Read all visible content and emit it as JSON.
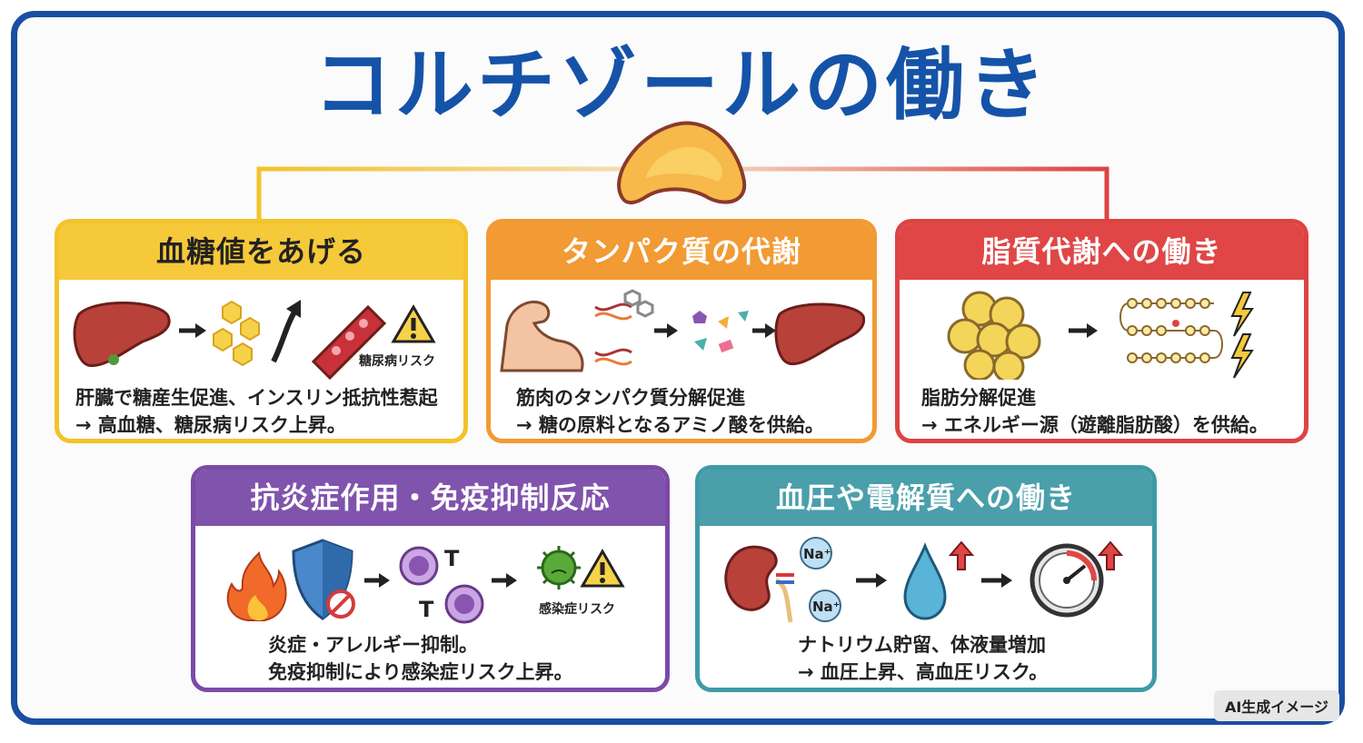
{
  "title": "コルチゾールの働き",
  "colors": {
    "frame": "#1a4ea2",
    "title": "#1553a8",
    "yellow": "#f6c93a",
    "orange": "#f29a33",
    "red": "#e04646",
    "purple": "#8053ad",
    "teal": "#4a9fab"
  },
  "central_icon": "adrenal-gland-icon",
  "cards": {
    "glucose": {
      "title": "血糖値をあげる",
      "icons": [
        "liver-icon",
        "arrow-right-icon",
        "glucose-hexagon-icon",
        "arrow-up-icon",
        "blood-vessel-icon",
        "warning-icon"
      ],
      "risk_label": "糖尿病リスク",
      "lines": [
        "肝臓で糖産生促進、インスリン抵抗性惹起",
        "→ 高血糖、糖尿病リスク上昇。"
      ]
    },
    "protein": {
      "title": "タンパク質の代謝",
      "icons": [
        "muscle-arm-icon",
        "dna-helix-icon",
        "arrow-right-icon",
        "amino-acid-shapes-icon",
        "arrow-right-icon",
        "liver-icon"
      ],
      "lines": [
        "筋肉のタンパク質分解促進",
        "→ 糖の原料となるアミノ酸を供給。"
      ]
    },
    "lipid": {
      "title": "脂質代謝への働き",
      "icons": [
        "fat-cells-icon",
        "arrow-right-icon",
        "fatty-acid-chain-icon",
        "lightning-icon"
      ],
      "lines": [
        "脂肪分解促進",
        "→ エネルギー源（遊離脂肪酸）を供給。"
      ]
    },
    "immune": {
      "title": "抗炎症作用・免疫抑制反応",
      "icons": [
        "fire-icon",
        "shield-icon",
        "prohibited-icon",
        "arrow-right-icon",
        "t-cell-icon",
        "arrow-right-icon",
        "virus-icon",
        "warning-icon"
      ],
      "cell_label": "T",
      "risk_label": "感染症リスク",
      "lines": [
        "炎症・アレルギー抑制。",
        "免疫抑制により感染症リスク上昇。"
      ]
    },
    "pressure": {
      "title": "血圧や電解質への働き",
      "icons": [
        "kidney-icon",
        "sodium-ion-icon",
        "arrow-right-icon",
        "water-drop-icon",
        "arrow-up-icon",
        "arrow-right-icon",
        "pressure-gauge-icon",
        "arrow-up-icon"
      ],
      "ion_label": "Na⁺",
      "lines": [
        "ナトリウム貯留、体液量増加",
        "→ 血圧上昇、高血圧リスク。"
      ]
    }
  },
  "badge": "AI生成イメージ"
}
